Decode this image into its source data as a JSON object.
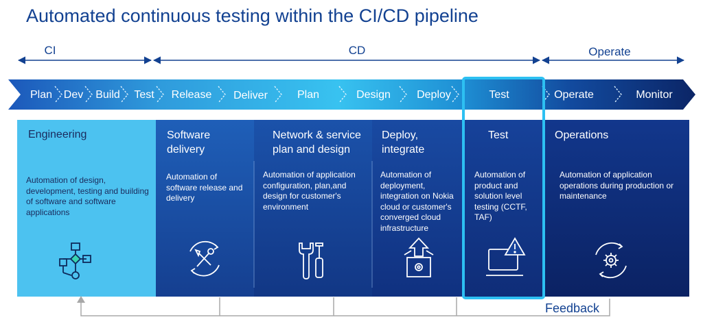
{
  "title": "Automated continuous testing within the CI/CD pipeline",
  "phases": [
    {
      "label": "CI"
    },
    {
      "label": "CD"
    },
    {
      "label": "Operate"
    }
  ],
  "stages": [
    "Plan",
    "Dev",
    "Build",
    "Test",
    "Release",
    "Deliver",
    "Plan",
    "Design",
    "Deploy",
    "Test",
    "Operate",
    "Monitor"
  ],
  "panels": [
    {
      "title": "Engineering",
      "desc": "Automation of design, development, testing and building of software and software applications",
      "icon": "flowchart-icon"
    },
    {
      "title": "Software delivery",
      "desc": "Automation of software release and delivery",
      "icon": "tools-cycle-icon"
    },
    {
      "title": "Network & service plan and design",
      "desc": "Automation of application configuration, plan,and design for customer's environment",
      "icon": "wrench-screwdriver-icon"
    },
    {
      "title": "Deploy, integrate",
      "desc": "Automation of deployment, integration on Nokia cloud or customer's converged cloud infrastructure",
      "icon": "box-upload-icon"
    },
    {
      "title": "Test",
      "desc": "Automation of product and solution level testing (CCTF, TAF)",
      "icon": "laptop-warning-icon"
    },
    {
      "title": "Operations",
      "desc": "Automation of application operations during production or maintenance",
      "icon": "gear-cycle-icon"
    }
  ],
  "feedback_label": "Feedback",
  "colors": {
    "brand": "#124191",
    "highlight": "#29b9ee",
    "engineering": "#4cc2f0"
  }
}
